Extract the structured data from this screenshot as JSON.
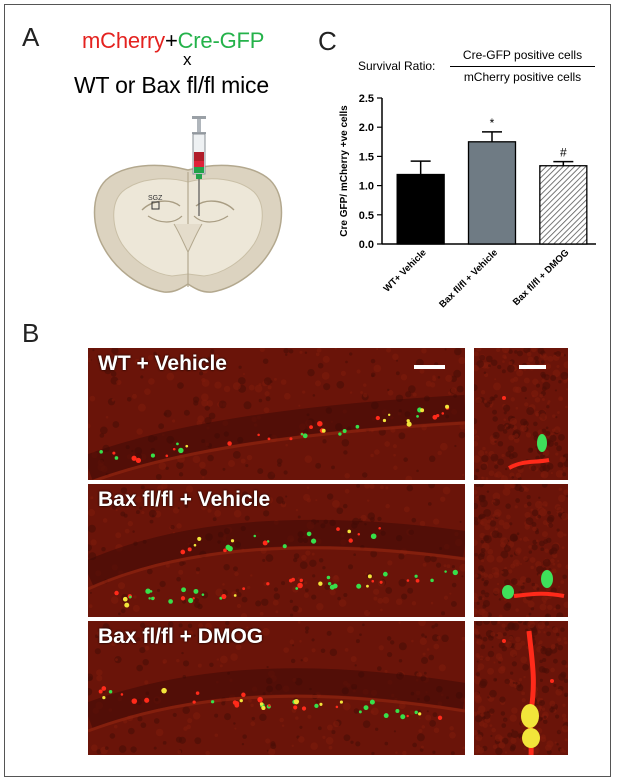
{
  "panels": {
    "a": "A",
    "b": "B",
    "c": "C"
  },
  "panel_a": {
    "mcherry": "mCherry",
    "plus": "+",
    "cre_gfp": "Cre-GFP",
    "x": "x",
    "mice": "WT or Bax fl/fl mice",
    "sgz": "SGZ"
  },
  "panel_c": {
    "ratio_label": "Survival Ratio:",
    "numerator": "Cre-GFP positive cells",
    "denominator": "mCherry positive cells"
  },
  "chart_data": {
    "type": "bar",
    "categories": [
      "WT+ Vehicle",
      "Bax fl/fl + Vehicle",
      "Bax fl/fl + DMOG"
    ],
    "values": [
      1.19,
      1.75,
      1.34
    ],
    "errors": [
      0.23,
      0.17,
      0.07
    ],
    "annotations": [
      "",
      "*",
      "#"
    ],
    "bar_fills": [
      "#000000",
      "#6f7b84",
      "hatched"
    ],
    "ylabel": "Cre GFP/ mCherry +ve cells",
    "ylim": [
      0,
      2.5
    ],
    "yticks": [
      "0.0",
      "0.5",
      "1.0",
      "1.5",
      "2.0",
      "2.5"
    ],
    "grid": false
  },
  "panel_b": {
    "rows": [
      {
        "label": "WT + Vehicle"
      },
      {
        "label": "Bax fl/fl + Vehicle"
      },
      {
        "label": "Bax fl/fl + DMOG"
      }
    ]
  },
  "colors": {
    "mcherry": "#e4221f",
    "gfp": "#24b24a",
    "tissue": "#6a1409"
  }
}
